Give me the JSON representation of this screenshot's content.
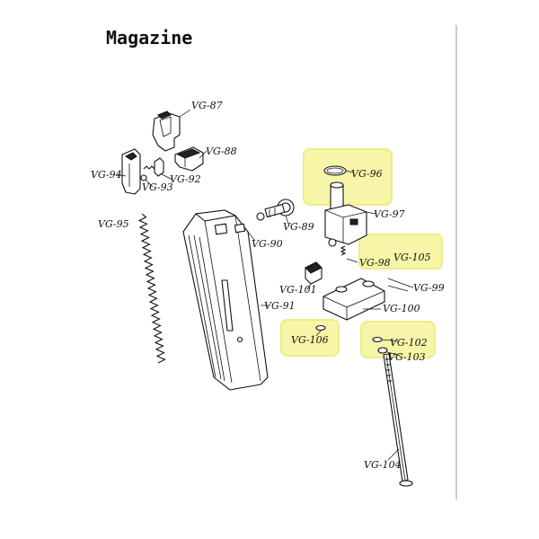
{
  "title": "Magazine",
  "highlight_color": "#f7f6a8",
  "labels": {
    "vg87": "VG-87",
    "vg88": "VG-88",
    "vg89": "VG-89",
    "vg90": "VG-90",
    "vg91": "VG-91",
    "vg92": "VG-92",
    "vg93": "VG-93",
    "vg94": "VG-94",
    "vg95": "VG-95",
    "vg96": "VG-96",
    "vg97": "VG-97",
    "vg98": "VG-98",
    "vg99": "VG-99",
    "vg100": "VG-100",
    "vg101": "VG-101",
    "vg102": "VG-102",
    "vg103": "VG-103",
    "vg104": "VG-104",
    "vg105": "VG-105",
    "vg106": "VG-106"
  }
}
